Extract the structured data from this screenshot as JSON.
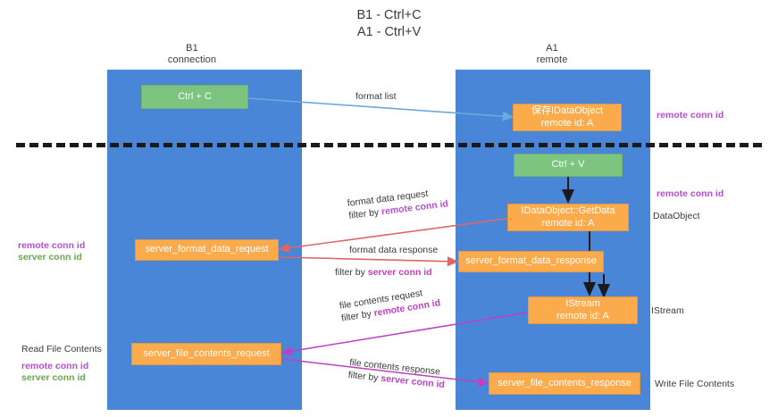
{
  "title": {
    "line1": "B1 - Ctrl+C",
    "line2": "A1 - Ctrl+V"
  },
  "lanes": [
    {
      "id": "b1",
      "name": "B1",
      "sub": "connection",
      "color": "#4a86d8"
    },
    {
      "id": "a1",
      "name": "A1",
      "sub": "remote",
      "color": "#4a86d8"
    }
  ],
  "nodes": {
    "ctrl_c": {
      "line1": "Ctrl + C",
      "color": "#7cc47f"
    },
    "save_idataobject": {
      "line1": "保存IDataObject",
      "line2": "remote id: A",
      "color": "#fbaa4c"
    },
    "ctrl_v": {
      "line1": "Ctrl + V",
      "color": "#7cc47f"
    },
    "getdata": {
      "line1": "IDataObject::GetData",
      "line2": "remote id: A",
      "color": "#fbaa4c"
    },
    "server_format_data_request": {
      "line1": "server_format_data_request",
      "color": "#fbaa4c"
    },
    "server_format_data_response": {
      "line1": "server_format_data_response",
      "color": "#fbaa4c"
    },
    "istream": {
      "line1": "IStream",
      "line2": "remote id: A",
      "color": "#fbaa4c"
    },
    "server_file_contents_request": {
      "line1": "server_file_contents_request",
      "color": "#fbaa4c"
    },
    "server_file_contents_response": {
      "line1": "server_file_contents_response",
      "color": "#fbaa4c"
    }
  },
  "edge_labels": {
    "format_list": "format list",
    "format_data_request": "format data request",
    "format_data_request_filter_prefix": "filter by ",
    "format_data_request_filter_key": "remote conn id",
    "format_data_response": "format data response",
    "format_data_response_filter_prefix": "filter by ",
    "format_data_response_filter_key": "server conn id",
    "file_contents_request": "file contents request",
    "file_contents_request_filter_prefix": "filter by ",
    "file_contents_request_filter_key": "remote conn id",
    "file_contents_response": "file contents response",
    "file_contents_response_filter_prefix": "filter by ",
    "file_contents_response_filter_key": "server conn id"
  },
  "annotations": {
    "right_remote_conn_id_top": "remote conn id",
    "right_remote_conn_id_mid": "remote conn id",
    "right_dataobject": "DataObject",
    "right_istream": "IStream",
    "right_write_file_contents": "Write File Contents",
    "left_remote_conn_id_mid": "remote conn id",
    "left_server_conn_id_mid": "server conn id",
    "left_read_file_contents": "Read File Contents",
    "left_remote_conn_id_bottom": "remote conn id",
    "left_server_conn_id_bottom": "server conn id"
  },
  "colors": {
    "lane": "#4a86d8",
    "green_node": "#7cc47f",
    "orange_node": "#fbaa4c",
    "arrow_blue": "#6fa8dc",
    "arrow_red": "#e06666",
    "arrow_magenta": "#c13fc1",
    "arrow_dark": "#1a1a1a",
    "purple_text": "#b44fd0",
    "green_text": "#6aa84f",
    "divider": "#1a1a1a"
  }
}
